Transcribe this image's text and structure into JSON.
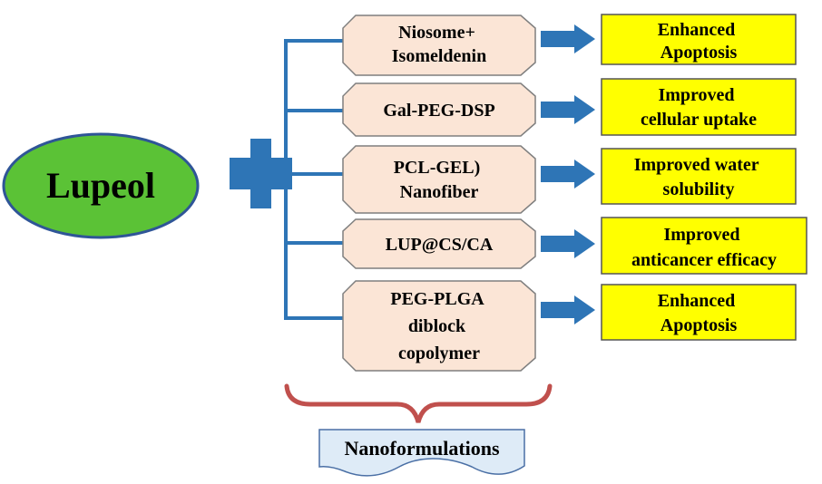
{
  "source": {
    "label": "Lupeol"
  },
  "collection_label": "Nanoformulations",
  "formulations": [
    {
      "name_lines": [
        "Niosome+",
        "Isomeldenin"
      ],
      "outcome_lines": [
        "Enhanced",
        "Apoptosis"
      ]
    },
    {
      "name_lines": [
        "Gal-PEG-DSP"
      ],
      "outcome_lines": [
        "Improved",
        "cellular uptake"
      ]
    },
    {
      "name_lines": [
        "PCL-GEL)",
        "Nanofiber"
      ],
      "outcome_lines": [
        "Improved water",
        "solubility"
      ]
    },
    {
      "name_lines": [
        "LUP@CS/CA"
      ],
      "outcome_lines": [
        "Improved",
        "anticancer efficacy"
      ]
    },
    {
      "name_lines": [
        "PEG-PLGA",
        "diblock",
        "copolymer"
      ],
      "outcome_lines": [
        "Enhanced",
        "Apoptosis"
      ]
    }
  ],
  "colors": {
    "ellipse_fill": "#5bc236",
    "ellipse_stroke": "#2f5597",
    "connector": "#2e75b6",
    "plus_fill": "#2e75b6",
    "octagon_fill": "#fbe5d6",
    "octagon_stroke": "#7f7f7f",
    "outcome_fill": "#ffff00",
    "outcome_stroke": "#555555",
    "brace": "#c0504d",
    "banner_fill": "#deebf7",
    "banner_stroke": "#4a6fa5"
  }
}
